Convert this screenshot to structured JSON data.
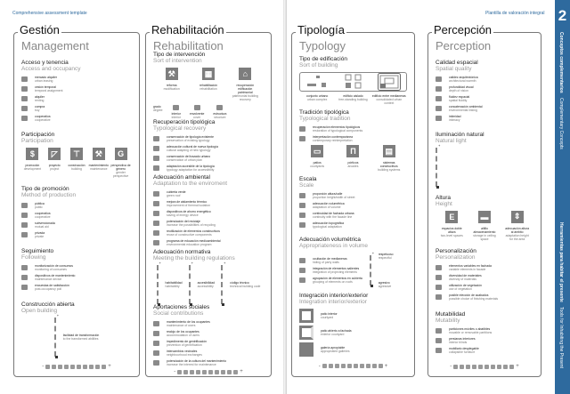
{
  "header": {
    "left": "Comprehensive assessment template",
    "right": "Plantilla de valoración integral"
  },
  "tab": {
    "number": "2",
    "top_es": "Conceptos complementarios",
    "top_en": "Complementary Concepts",
    "bottom_es": "Herramientas para habitar el presente",
    "bottom_en": "Tools for Inhabiting the Present"
  },
  "pagination": {
    "prev": "-",
    "next": "+",
    "dots": 10
  },
  "panels": [
    {
      "id": "gestion",
      "title": "Gestión",
      "subtitle": "Management",
      "blocks": [
        {
          "type": "list",
          "es": "Acceso y tenencia",
          "en": "Access and occupancy",
          "items": [
            [
              "mercado alquiler",
              "urban leasing"
            ],
            [
              "cesión temporal",
              "temporal assignment"
            ],
            [
              "alquiler",
              "renting"
            ],
            [
              "compra",
              "buy"
            ],
            [
              "cooperativa",
              "cooperative"
            ]
          ]
        },
        {
          "type": "icons",
          "es": "Participación",
          "en": "Participation",
          "items": [
            {
              "glyph": "$",
              "icon": "dollar-icon",
              "es": "promoción",
              "en": "development"
            },
            {
              "glyph": "◸",
              "icon": "set-square-icon",
              "es": "proyecto",
              "en": "project"
            },
            {
              "glyph": "⊤",
              "icon": "crane-icon",
              "es": "construcción",
              "en": "building"
            },
            {
              "glyph": "⚒",
              "icon": "wrench-icon",
              "es": "mantenimiento",
              "en": "maintenance"
            },
            {
              "glyph": "G",
              "icon": "gender-icon",
              "es": "perspectiva de género",
              "en": "gender perspective"
            }
          ]
        },
        {
          "type": "list",
          "es": "Tipo de promoción",
          "en": "Method of production",
          "items": [
            [
              "pública",
              "public"
            ],
            [
              "cooperativa",
              "cooperative"
            ],
            [
              "subvencionada",
              "mutual aid"
            ],
            [
              "privada",
              "private"
            ]
          ]
        },
        {
          "type": "list",
          "es": "Seguimiento",
          "en": "Following",
          "items": [
            [
              "monitorización de consumos",
              "monitoring of consumes"
            ],
            [
              "dispositivos de mantenimiento",
              "maintenance device"
            ],
            [
              "encuestas de satisfacción",
              "post-occupancy poll"
            ]
          ]
        },
        {
          "type": "scales",
          "es": "Construcción abierta",
          "en": "Open building",
          "items": [
            [
              "facilidad de transformación",
              "to the transformed abilities"
            ]
          ]
        }
      ]
    },
    {
      "id": "rehabilitacion",
      "title": "Rehabilitación",
      "subtitle": "Rehabilitation",
      "blocks": [
        {
          "type": "icons",
          "es": "Tipo de intervención",
          "en": "Sort of intervention",
          "items": [
            {
              "glyph": "⚒",
              "icon": "hammer-icon",
              "es": "reforma",
              "en": "modification"
            },
            {
              "glyph": "▦",
              "icon": "building-grid-icon",
              "es": "rehabilitación",
              "en": "rehabilitation"
            },
            {
              "glyph": "⌂",
              "icon": "monument-icon",
              "es": "recuperación edificación patrimonial",
              "en": "patrimonial building recovery"
            }
          ],
          "grade": {
            "es": "grado",
            "en": "degree",
            "items": [
              [
                "interior",
                "interior"
              ],
              [
                "envolvente",
                "cover"
              ],
              [
                "estructura",
                "structure"
              ]
            ]
          }
        },
        {
          "type": "list",
          "es": "Recuperación tipológica",
          "en": "Typological recovery",
          "items": [
            [
              "conservación de tipología existente",
              "preservation of existing typology"
            ],
            [
              "adecuación cultural de nueva tipología",
              "cultural adapting of new typology"
            ],
            [
              "conservación del trazado urbano",
              "conservation of urban plan"
            ],
            [
              "adaptación accesible de la tipología",
              "typology adaptation for accessibility"
            ]
          ]
        },
        {
          "type": "list",
          "es": "Adecuación ambiental",
          "en": "Adaptation to the enviroment",
          "items": [
            [
              "cubierta verde",
              "green roof"
            ],
            [
              "mejora de aislamiento térmico",
              "improvement of thermal isolation"
            ],
            [
              "dispositivos de ahorro energético",
              "saving of energy device"
            ],
            [
              "potenciación del reciclaje",
              "increase the possibilities of recycling"
            ],
            [
              "reutilización de elementos constructivos",
              "reuse of constructive components"
            ],
            [
              "programa de educación medioambiental",
              "environmental education program"
            ]
          ]
        },
        {
          "type": "scales",
          "es": "Adecuación normativa",
          "en": "Meeting the building regulations",
          "items": [
            [
              "habitabilidad",
              "habitability"
            ],
            [
              "accesibilidad",
              "accessibility"
            ],
            [
              "código técnico",
              "technical building code"
            ]
          ]
        },
        {
          "type": "list",
          "es": "Aportaciones sociales",
          "en": "Social contributions",
          "items": [
            [
              "mantenimiento de los ocupantes",
              "maintenance of users"
            ],
            [
              "realojo de los ocupantes",
              "accommodation of users"
            ],
            [
              "impedimento de gentrificación",
              "prevention of gentrification"
            ],
            [
              "intercambios vecinales",
              "neighbourhood exchanges"
            ],
            [
              "potenciación de la cultura del mantenimiento",
              "increase the interest for maintenance"
            ]
          ]
        }
      ]
    },
    {
      "id": "tipologia",
      "title": "Tipología",
      "subtitle": "Typology",
      "blocks": [
        {
          "type": "building",
          "es": "Tipo de edificación",
          "en": "Sort of building",
          "items": [
            [
              "conjunto urbano",
              "urban complex"
            ],
            [
              "edificio aislado",
              "free-standing building"
            ],
            [
              "edificio entre medianeras",
              "consolidated urban context"
            ]
          ]
        },
        {
          "type": "list",
          "es": "Tradición tipológica",
          "en": "Typological tradition",
          "items": [
            [
              "recuperación elementos tipológicos",
              "restoration of typological components"
            ],
            [
              "interpretación contemporánea",
              "contemporary reinterpretation"
            ]
          ],
          "icons": [
            {
              "glyph": "▭",
              "icon": "courtyard-icon",
              "es": "patios",
              "en": "courtyards"
            },
            {
              "glyph": "Π",
              "icon": "arcade-icon",
              "es": "pórticos",
              "en": "arcades"
            },
            {
              "glyph": "▤",
              "icon": "bricks-icon",
              "es": "sistemas constructivos",
              "en": "building systems"
            }
          ]
        },
        {
          "type": "list",
          "es": "Escala",
          "en": "Scale",
          "items": [
            [
              "proporción altura/calle",
              "proportion height/width of street"
            ],
            [
              "adecuación volumétrica",
              "adaptation of volume"
            ],
            [
              "continuidad de fachada urbana",
              "continuity with the facade line"
            ],
            [
              "adecuación topográfica",
              "typological adaptation"
            ]
          ]
        },
        {
          "type": "listscale",
          "es": "Adecuación volumétrica",
          "en": "Appropriateness in volume",
          "items": [
            [
              "ocultación de medianeras",
              "hiding of party walls"
            ],
            [
              "integración de elementos salientes",
              "integration of projecting elements"
            ],
            [
              "agrupación de elementos en cubierta",
              "grouping of elements on roofs"
            ]
          ],
          "top": [
            "respetuoso",
            "respectful"
          ],
          "bottom": [
            "agresivo",
            "agressive"
          ]
        },
        {
          "type": "big",
          "es": "Integración interior/exterior",
          "en": "Integration interior/exterior",
          "items": [
            [
              "patio interior",
              "courtyard"
            ],
            [
              "patio abierto a fachada",
              "exterior courtyard"
            ],
            [
              "galería apropiable",
              "appropriated galleries"
            ]
          ]
        }
      ]
    },
    {
      "id": "percepcion",
      "title": "Percepción",
      "subtitle": "Perception",
      "blocks": [
        {
          "type": "list",
          "es": "Calidad espacial",
          "en": "Spatial quality",
          "items": [
            [
              "calidez arquitectónica",
              "architectural warmth"
            ],
            [
              "profundidad visual",
              "depth of vision"
            ],
            [
              "fluidez espacial",
              "spatial fluidity"
            ],
            [
              "concatenación ambiental",
              "environmental linking"
            ],
            [
              "intimidad",
              "intimacy"
            ]
          ]
        },
        {
          "type": "scales",
          "es": "Iluminación natural",
          "en": "Natural light",
          "items": []
        },
        {
          "type": "icons",
          "es": "Altura",
          "en": "Height",
          "items": [
            {
              "glyph": "E",
              "icon": "double-height-icon",
              "es": "espacios doble altura",
              "en": "two-level spaces"
            },
            {
              "glyph": "▬",
              "icon": "storage-icon",
              "es": "altillo almacenamiento",
              "en": "storage in ceiling space"
            },
            {
              "glyph": "⇕",
              "icon": "height-adapt-icon",
              "es": "adecuación altura al ámbito",
              "en": "adaptation height for the area"
            }
          ]
        },
        {
          "type": "list",
          "es": "Personalización",
          "en": "Personalization",
          "items": [
            [
              "elementos variables en fachada",
              "variable elements in facade"
            ],
            [
              "diversidad de materiales",
              "diversity of materials"
            ],
            [
              "utilización de vegetación",
              "use of vegetation"
            ],
            [
              "posible elección de acabados",
              "possible choice of finishing materials"
            ]
          ]
        },
        {
          "type": "list",
          "es": "Mutabilidad",
          "en": "Mutability",
          "items": [
            [
              "particiones móviles o abatibles",
              "movable or removable partitions"
            ],
            [
              "persianas interiores",
              "interior blinds"
            ],
            [
              "mobiliario desplegable",
              "collapsible furniture"
            ]
          ]
        }
      ]
    }
  ]
}
